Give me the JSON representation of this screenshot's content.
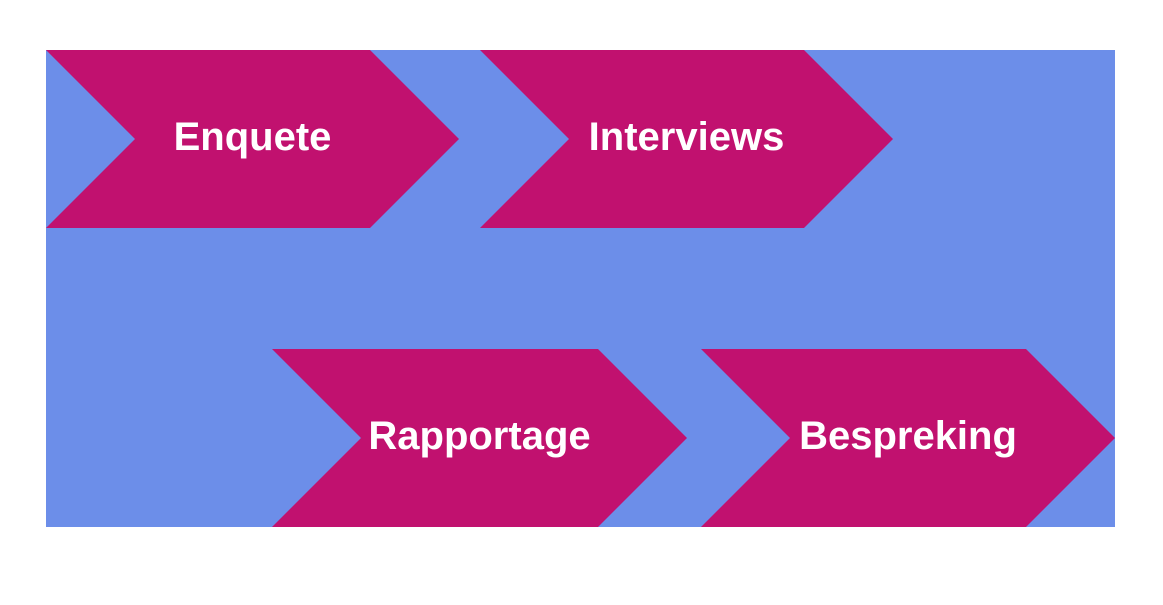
{
  "diagram": {
    "type": "process-flow-chevrons",
    "steps": [
      {
        "id": "enquete",
        "label": "Enquete"
      },
      {
        "id": "interviews",
        "label": "Interviews"
      },
      {
        "id": "rapportage",
        "label": "Rapportage"
      },
      {
        "id": "bespreking",
        "label": "Bespreking"
      }
    ],
    "colors": {
      "background": "#FFFFFF",
      "panel": "#6C8EE9",
      "arrow": "#C1116F",
      "arrow_text": "#FFFFFF"
    }
  }
}
